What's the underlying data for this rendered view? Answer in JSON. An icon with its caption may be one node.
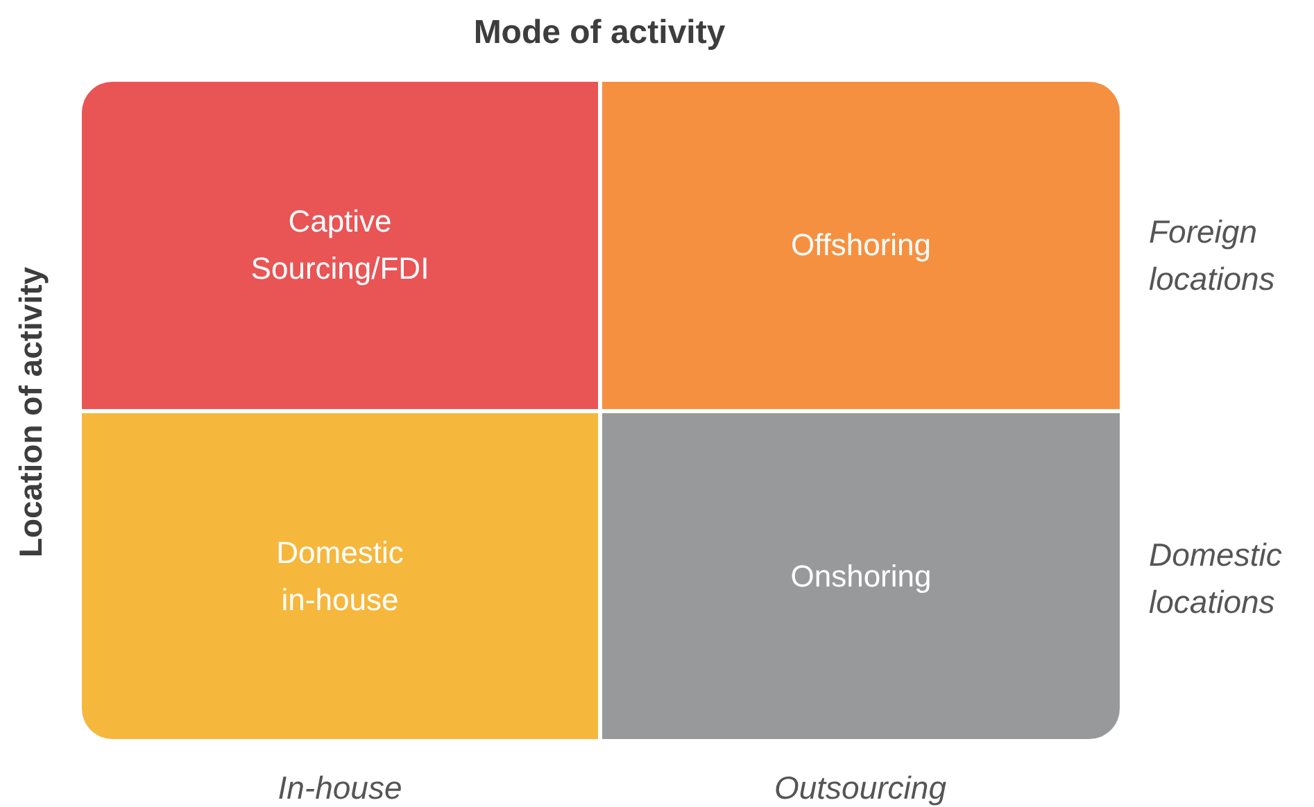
{
  "diagram": {
    "title": "Mode of activity",
    "nodes": [
      {
        "text": [
          "Captive Sourcing/FDI"
        ]
      },
      {
        "text": [
          "Offshoring"
        ]
      },
      {
        "text": [
          "Domestic in-house"
        ]
      },
      {
        "text": [
          "Onshoring"
        ]
      }
    ],
    "labels": [
      "Location of activity",
      "Foreign locations",
      "Domestic locations",
      "In-house",
      "Outsourcing"
    ]
  }
}
